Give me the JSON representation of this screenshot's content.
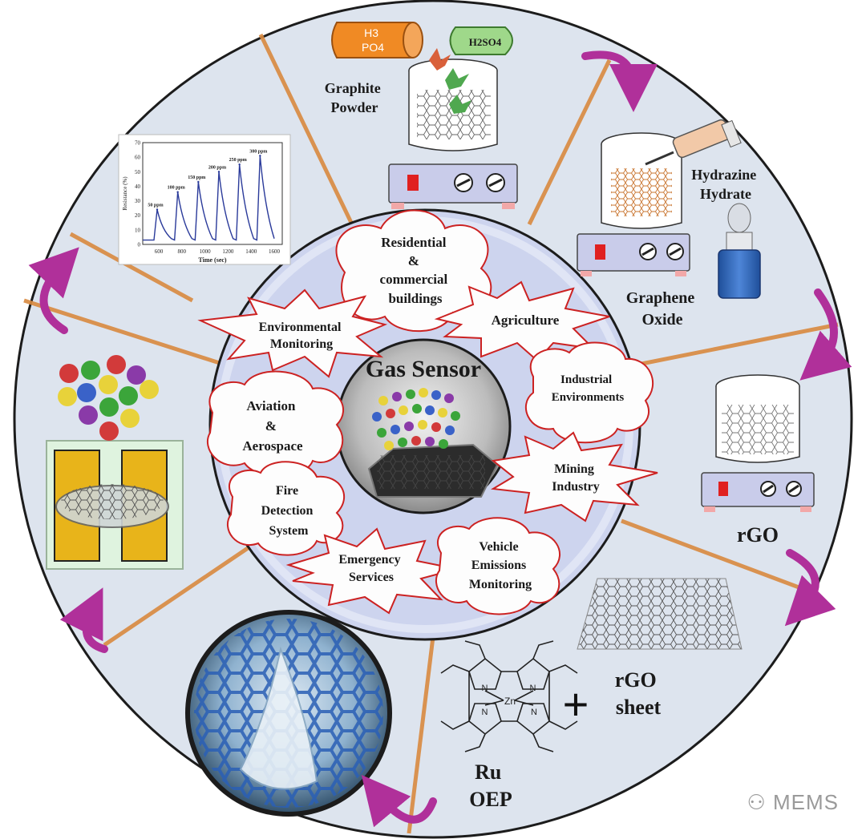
{
  "center": {
    "title": "Gas Sensor"
  },
  "applications": {
    "residential": [
      "Residential",
      "&",
      "commercial",
      "buildings"
    ],
    "environmental": [
      "Environmental",
      "Monitoring"
    ],
    "agriculture": [
      "Agriculture"
    ],
    "industrial": [
      "Industrial",
      "Environments"
    ],
    "aviation": [
      "Aviation",
      "&",
      "Aerospace"
    ],
    "mining": [
      "Mining",
      "Industry"
    ],
    "fire": [
      "Fire",
      "Detection",
      "System"
    ],
    "emergency": [
      "Emergency",
      "Services"
    ],
    "vehicle": [
      "Vehicle",
      "Emissions",
      "Monitoring"
    ]
  },
  "synthesis": {
    "h3po4": [
      "H3",
      "PO4"
    ],
    "h2so4": "H2SO4",
    "graphite": [
      "Graphite",
      "Powder"
    ],
    "hydrazine": [
      "Hydrazine",
      "Hydrate"
    ],
    "graphene_oxide": [
      "Graphene",
      "Oxide"
    ],
    "rgo": "rGO",
    "rgo_sheet": [
      "rGO",
      "sheet"
    ],
    "ru_oep": [
      "Ru",
      "OEP"
    ],
    "plus": "+",
    "zn": "Zn",
    "n": "N"
  },
  "response_chart": {
    "ylabel": "Resistance (%)",
    "xlabel": "Time (sec)",
    "xticks": [
      "600",
      "800",
      "1000",
      "1200",
      "1400",
      "1600"
    ],
    "yticks": [
      "0",
      "10",
      "20",
      "30",
      "40",
      "50",
      "60",
      "70"
    ],
    "peaks": [
      {
        "label": "50 ppm",
        "value": 24
      },
      {
        "label": "100 ppm",
        "value": 36
      },
      {
        "label": "150 ppm",
        "value": 43
      },
      {
        "label": "200 ppm",
        "value": 50
      },
      {
        "label": "250 ppm",
        "value": 55
      },
      {
        "label": "300 ppm",
        "value": 61
      }
    ]
  },
  "watermark": "MEMS",
  "colors": {
    "outer_ring": "#dde4ee",
    "inner_ring": "#cdd4ee",
    "spokes": "#d98a40",
    "arrows": "#b0309a",
    "star_border": "#cc2222",
    "hotplate": "#c9ccea"
  }
}
